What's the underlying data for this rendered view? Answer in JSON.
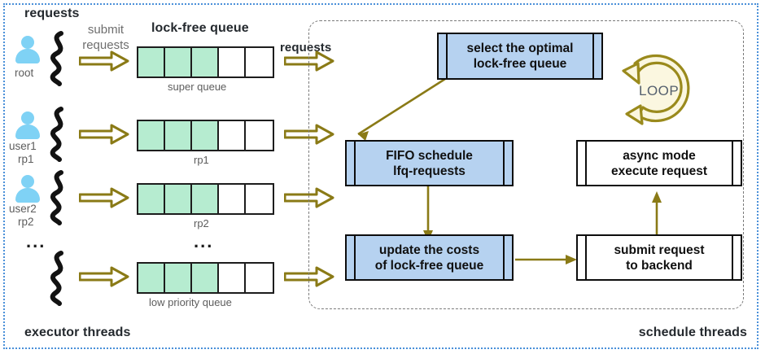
{
  "diagram": {
    "title_left": "requests",
    "queue_header": "lock-free queue",
    "submit_label_line1": "submit",
    "submit_label_line2": "requests",
    "requests_out_label": "requests",
    "footer_left": "executor threads",
    "footer_right": "schedule threads",
    "ellipsis": "...",
    "colors": {
      "outer_border": "#4a90d9",
      "panel_border": "#7a7a7a",
      "queue_filled": "#b6ecd0",
      "box_blue": "#b6d2f0",
      "box_white": "#ffffff",
      "arrow": "#8a7a16",
      "person": "#7fd2f5",
      "thread": "#121212",
      "text_grey": "#5d5d5d"
    }
  },
  "actors": [
    {
      "icon": "person-icon",
      "name": "root",
      "sub": ""
    },
    {
      "icon": "person-icon",
      "name": "user1",
      "sub": "rp1"
    },
    {
      "icon": "person-icon",
      "name": "user2",
      "sub": "rp2"
    },
    {
      "icon": "",
      "name": "",
      "sub": ""
    }
  ],
  "queues": [
    {
      "label": "super queue",
      "cells": 5,
      "filled": 3
    },
    {
      "label": "rp1",
      "cells": 5,
      "filled": 3
    },
    {
      "label": "rp2",
      "cells": 5,
      "filled": 3
    },
    {
      "label": "low priority  queue",
      "cells": 5,
      "filled": 3
    }
  ],
  "schedule": {
    "loop_label": "LOOP",
    "boxes": [
      {
        "id": "select",
        "line1": "select the optimal",
        "line2": "lock-free queue",
        "style": "blue"
      },
      {
        "id": "fifo",
        "line1": "FIFO schedule",
        "line2": "lfq-requests",
        "style": "blue"
      },
      {
        "id": "update",
        "line1": "update the costs",
        "line2": "of lock-free queue",
        "style": "blue"
      },
      {
        "id": "async",
        "line1": "async mode",
        "line2": "execute request",
        "style": "white"
      },
      {
        "id": "submitb",
        "line1": "submit request",
        "line2": "to backend",
        "style": "white"
      }
    ]
  }
}
